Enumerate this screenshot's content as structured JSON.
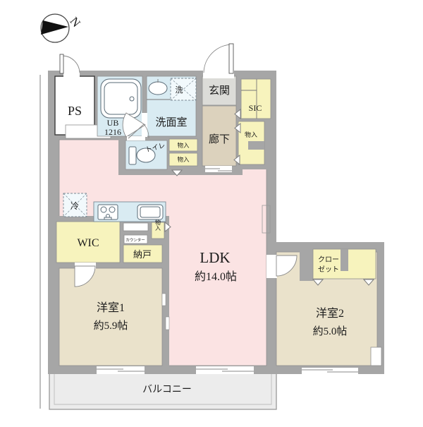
{
  "plan_title": "apartment-floor-plan",
  "compass": {
    "north_label": "N"
  },
  "colors": {
    "wall": "#a6a6a6",
    "ldk_pink": "#fbe3e3",
    "wet_blue": "#d9ebf2",
    "storage_yellow": "#f7f3bd",
    "room_beige": "#eae2cb",
    "corridor_tan": "#dcd2bd",
    "genkan_gray": "#dcdcd8",
    "balcony_gray": "#ececec"
  },
  "rooms": {
    "ps": {
      "label": "PS"
    },
    "ub": {
      "label": "UB",
      "size": "1216"
    },
    "washroom": {
      "label": "洗面室"
    },
    "washer": {
      "label": "洗"
    },
    "toilet": {
      "label": "トイレ"
    },
    "genkan": {
      "label": "玄関"
    },
    "sic": {
      "label": "SIC"
    },
    "corridor": {
      "label": "廊下"
    },
    "storage_right": {
      "label": "物入"
    },
    "storage_upper": {
      "label": "物入"
    },
    "storage_lower": {
      "label": "物入"
    },
    "storage_small": {
      "label": "物入"
    },
    "fridge": {
      "label": "冷"
    },
    "wic": {
      "label": "WIC"
    },
    "counter": {
      "label": "カウンター"
    },
    "nando": {
      "label": "納戸"
    },
    "ldk": {
      "label": "LDK",
      "area": "約14.0帖"
    },
    "room1": {
      "label": "洋室1",
      "area": "約5.9帖"
    },
    "room2": {
      "label": "洋室2",
      "area": "約5.0帖"
    },
    "closet": {
      "line1": "クロー",
      "line2": "ゼット"
    },
    "balcony": {
      "label": "バルコニー"
    }
  }
}
